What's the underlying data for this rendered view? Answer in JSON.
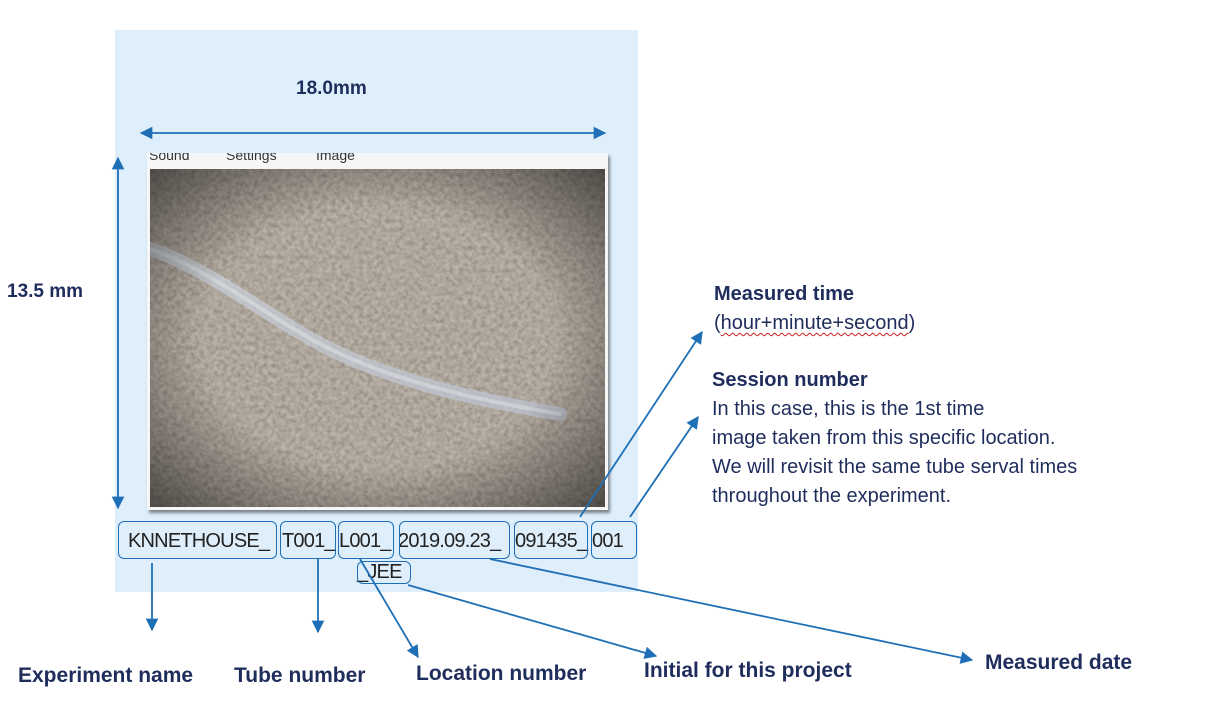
{
  "dimensions": {
    "width_label": "18.0mm",
    "height_label": "13.5 mm"
  },
  "app_window": {
    "menu": [
      "Sound",
      "Settings",
      "Image"
    ]
  },
  "filename": {
    "parts": [
      "KNNETHOUSE_",
      "T001_",
      "L001_",
      "2019.09.23_",
      "091435_",
      "001",
      "_JEE"
    ]
  },
  "labels": {
    "experiment_name": "Experiment name",
    "tube_number": "Tube number",
    "location_number": "Location number",
    "initial": "Initial for this project",
    "measured_date": "Measured date"
  },
  "measured_time": {
    "title": "Measured time",
    "detail_open": "(",
    "detail_word": "hour+minute+second",
    "detail_close": ")"
  },
  "session": {
    "title": "Session number",
    "lines": [
      "In this case, this is the 1st time",
      "image taken from this specific location.",
      "We will revisit the same tube serval times",
      "throughout the experiment."
    ]
  },
  "colors": {
    "arrow": "#1e6fb5",
    "label_text": "#1f2d5c",
    "panel": "#deeefb"
  },
  "icons": [
    "double-headed-arrow",
    "pointer-arrow"
  ]
}
